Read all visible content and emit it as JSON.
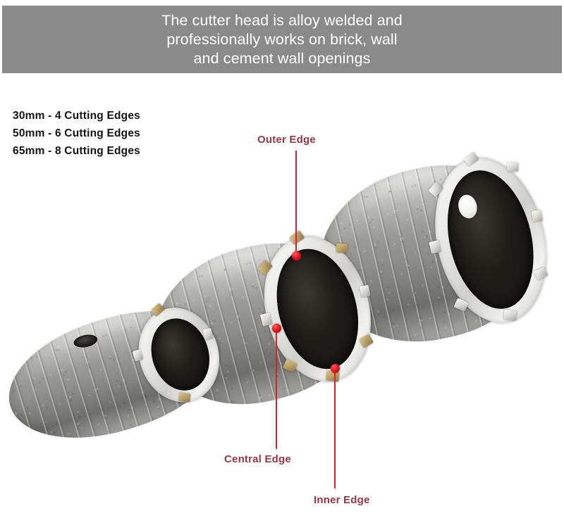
{
  "banner": {
    "text": "The cutter head is alloy welded and\nprofessionally works on brick, wall\nand cement wall openings",
    "background_color": "#8a8a8a",
    "text_color": "#ffffff"
  },
  "specs": {
    "lines": [
      "30mm - 4 Cutting Edges",
      "50mm - 6 Cutting Edges",
      "65mm - 8 Cutting Edges"
    ],
    "text_color": "#131313"
  },
  "callouts": {
    "accent_color": "#d8232a",
    "label_color": "#a03340",
    "items": [
      {
        "id": "outer",
        "label": "Outer Edge"
      },
      {
        "id": "central",
        "label": "Central Edge"
      },
      {
        "id": "inner",
        "label": "Inner Edge"
      }
    ]
  },
  "products": [
    {
      "id": "small",
      "name": "core-drill-bit-small"
    },
    {
      "id": "medium",
      "name": "core-drill-bit-medium"
    },
    {
      "id": "large",
      "name": "core-drill-bit-large"
    }
  ]
}
